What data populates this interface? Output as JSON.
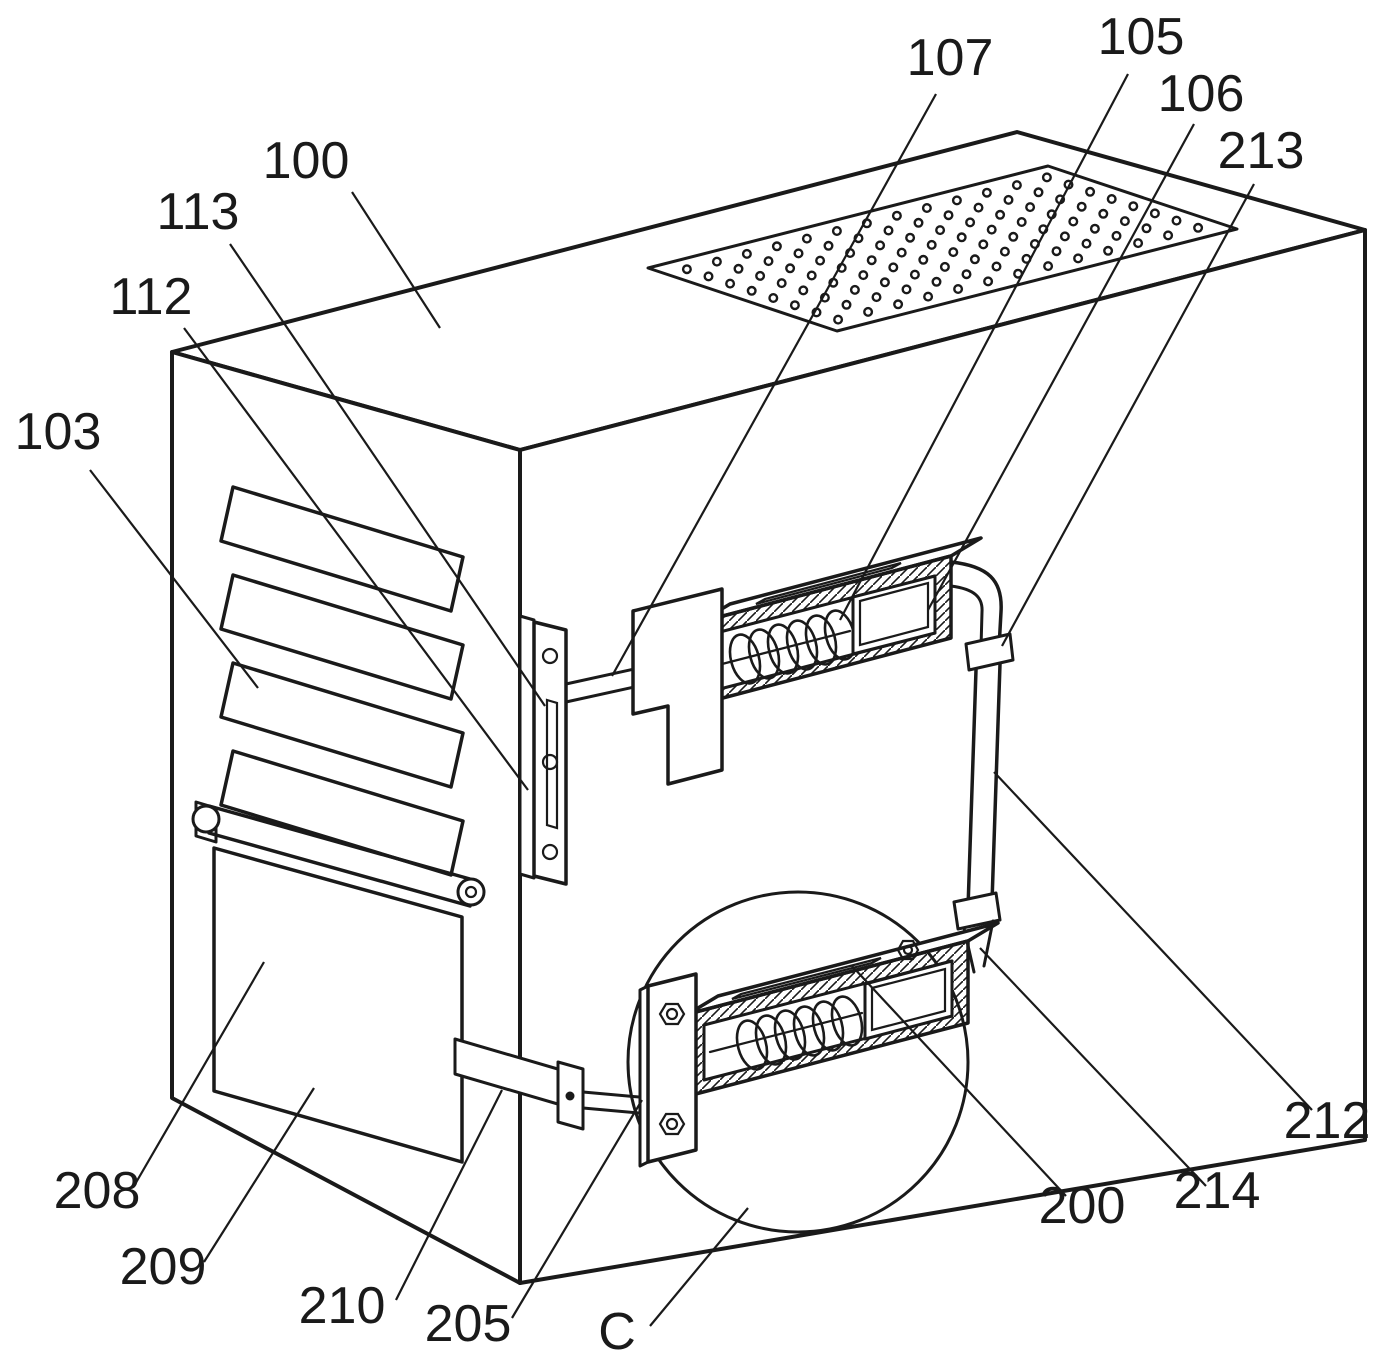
{
  "figure": {
    "kind": "patent-technical-drawing",
    "background": "#ffffff",
    "line_color": "#1a1a1a",
    "detail_marker": "C"
  },
  "labels": {
    "100": "100",
    "103": "103",
    "105": "105",
    "106": "106",
    "107": "107",
    "112": "112",
    "113": "113",
    "200": "200",
    "205": "205",
    "208": "208",
    "209": "209",
    "210": "210",
    "212": "212",
    "213": "213",
    "214": "214",
    "C": "C"
  }
}
